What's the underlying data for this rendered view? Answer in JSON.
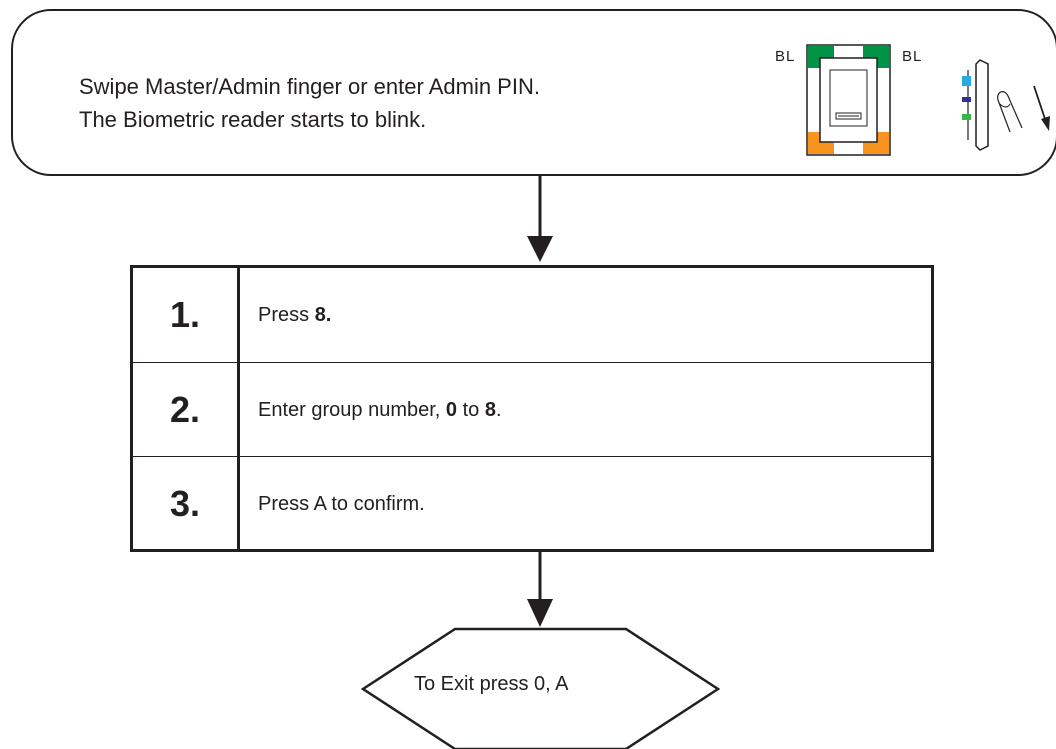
{
  "instructions": {
    "line1": "Swipe Master/Admin finger or enter Admin PIN.",
    "line2": "The Biometric reader starts to blink."
  },
  "reader": {
    "label_left": "BL",
    "label_right": "BL",
    "top_color": "#009245",
    "bottom_color": "#f7931e"
  },
  "keypad": {
    "light_colors": [
      "#29abe2",
      "#2e3192",
      "#39b54a"
    ]
  },
  "steps": [
    {
      "num": "1.",
      "parts": [
        {
          "t": "Press "
        },
        {
          "t": "8.",
          "b": true
        }
      ]
    },
    {
      "num": "2.",
      "parts": [
        {
          "t": "Enter group number, "
        },
        {
          "t": "0",
          "b": true
        },
        {
          "t": " to "
        },
        {
          "t": "8",
          "b": true
        },
        {
          "t": "."
        }
      ]
    },
    {
      "num": "3.",
      "parts": [
        {
          "t": "Press A to confirm."
        }
      ]
    }
  ],
  "exit": {
    "label": "To Exit press 0, A"
  }
}
